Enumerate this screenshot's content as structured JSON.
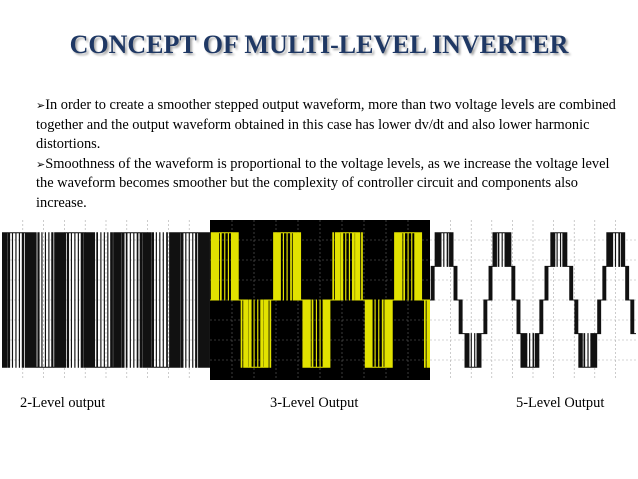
{
  "slide": {
    "title": "CONCEPT OF MULTI-LEVEL INVERTER",
    "paragraphs": [
      "In order to create a smoother stepped output waveform, more than two voltage levels are combined together and the output waveform obtained in this case has lower dv/dt and also lower harmonic distortions.",
      "Smoothness of the waveform is proportional to the voltage levels, as we increase the voltage level the waveform becomes smoother but the complexity of controller circuit and components also increase."
    ],
    "bullet_icon": "arrow-right-bullet-icon"
  },
  "waveforms": [
    {
      "levels": 2,
      "background": "#ffffff",
      "trace": "#111111",
      "grid": "#aaaaaa"
    },
    {
      "levels": 3,
      "background": "#000000",
      "trace": "#e2e200",
      "grid": "#666666"
    },
    {
      "levels": 5,
      "background": "#ffffff",
      "trace": "#111111",
      "grid": "#aaaaaa"
    }
  ],
  "captions": {
    "two_level": "2-Level output",
    "three_level": "3-Level Output",
    "five_level": "5-Level Output"
  }
}
